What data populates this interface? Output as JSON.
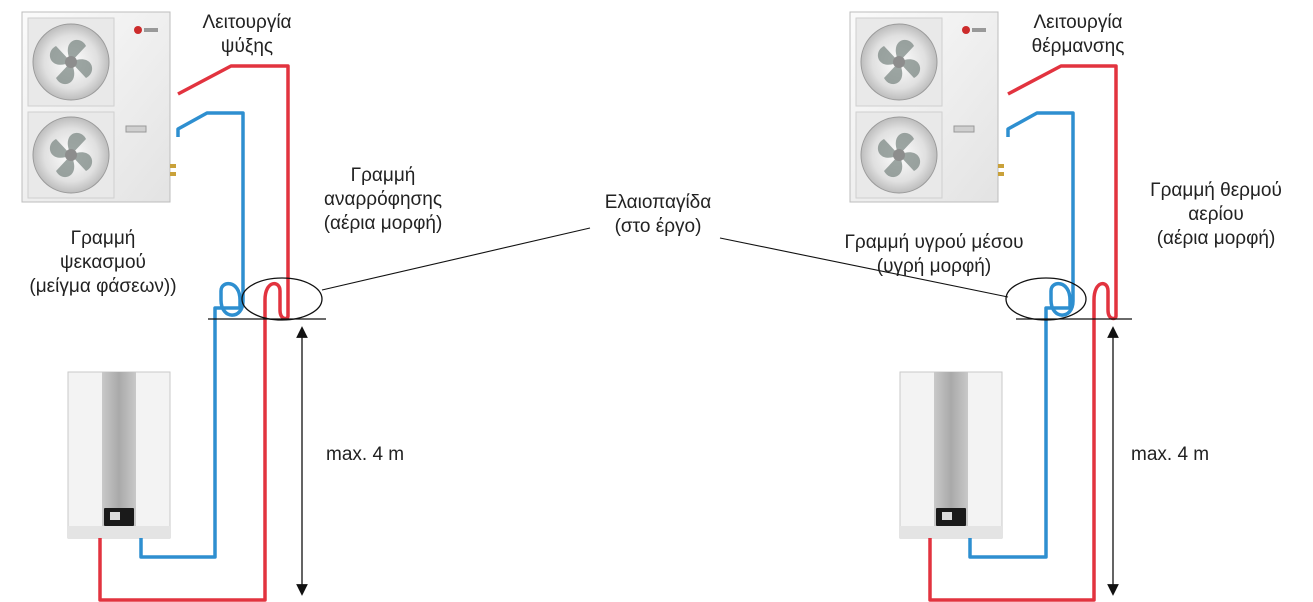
{
  "colors": {
    "hot_line": "#e2333f",
    "cold_line": "#2e8fd0",
    "ink": "#222222",
    "unit_body": "#f2f2f2"
  },
  "icons": {
    "outdoor_unit": "outdoor-unit-icon",
    "indoor_unit": "indoor-unit-icon"
  },
  "left": {
    "mode": [
      "Λειτουργία",
      "ψύξης"
    ],
    "hot_line": [
      "Γραμμή",
      "αναρρόφησης",
      "(αέρια μορφή)"
    ],
    "cold_line": [
      "Γραμμή",
      "ψεκασμού",
      "(μείγμα φάσεων))"
    ],
    "height": "max. 4 m"
  },
  "center": {
    "oil_trap": [
      "Ελαιοπαγίδα",
      "(στο έργο)"
    ]
  },
  "right": {
    "mode": [
      "Λειτουργία",
      "θέρμανσης"
    ],
    "hot_line": [
      "Γραμμή θερμού",
      "αερίου",
      "(αέρια μορφή)"
    ],
    "cold_line": [
      "Γραμμή υγρού μέσου",
      "(υγρή μορφή)"
    ],
    "height": "max. 4 m"
  }
}
